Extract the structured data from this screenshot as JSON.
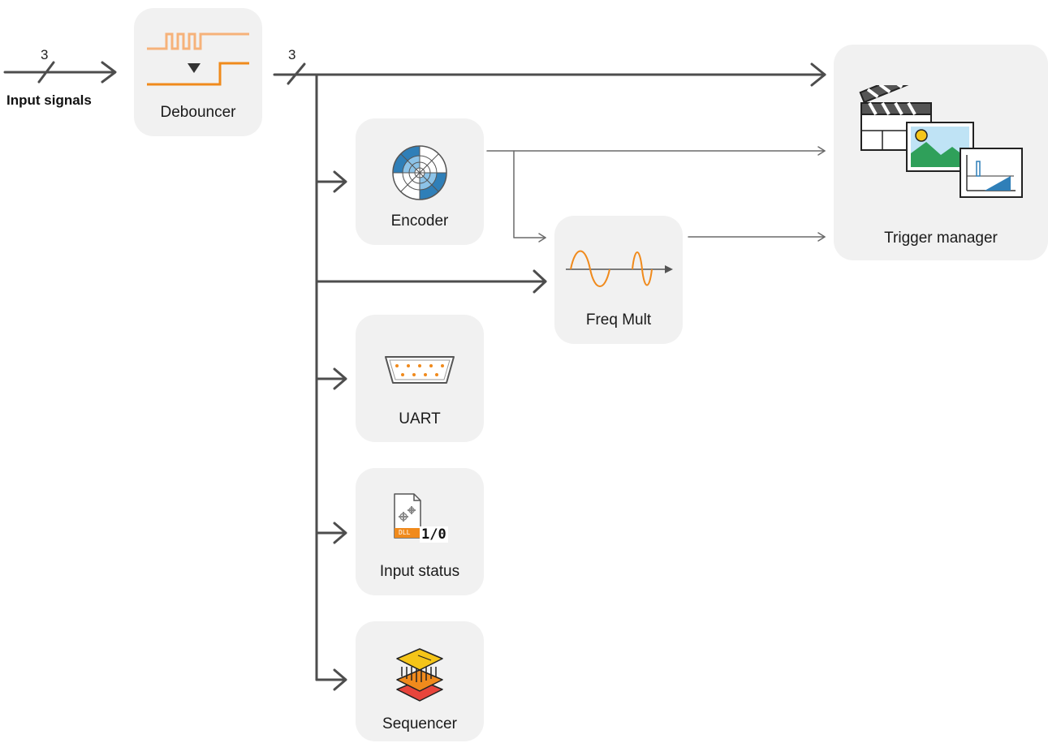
{
  "input": {
    "label": "Input signals",
    "bus_width": "3"
  },
  "bus_output_width": "3",
  "blocks": {
    "debouncer": {
      "label": "Debouncer"
    },
    "encoder": {
      "label": "Encoder"
    },
    "freq_mult": {
      "label": "Freq Mult"
    },
    "uart": {
      "label": "UART"
    },
    "input_status": {
      "label": "Input status",
      "badge": "1/0",
      "file_tag": "DLL"
    },
    "sequencer": {
      "label": "Sequencer"
    },
    "trigger_manager": {
      "label": "Trigger manager"
    }
  },
  "colors": {
    "wire": "#4d4d4d",
    "thin_wire": "#6a6a6a",
    "block_bg": "#f1f1f1",
    "orange": "#f08a1c",
    "light_orange": "#f6b27a",
    "blue": "#2f7fb8",
    "light_blue": "#8cc3e8",
    "green": "#2fa05a",
    "yellow": "#f5c518",
    "red": "#e8453c"
  }
}
